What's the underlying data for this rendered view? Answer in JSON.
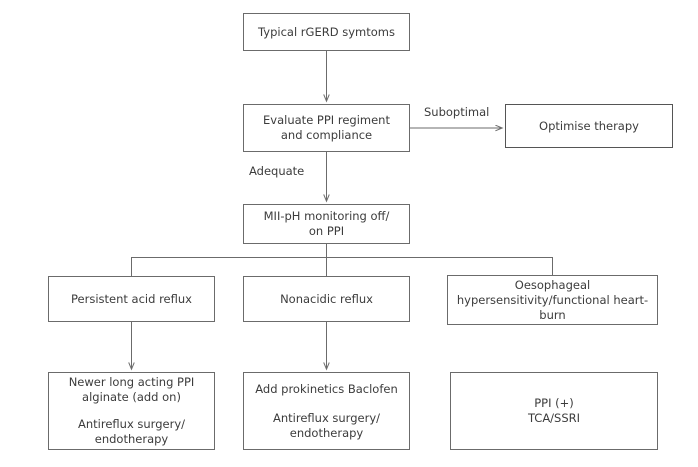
{
  "diagram": {
    "title": "rGERD management algorithm flowchart",
    "colors": {
      "box_border": "#6b6b6b",
      "line": "#6b6b6b",
      "text": "#3c3c3c",
      "background": "#ffffff"
    },
    "nodes": [
      {
        "id": "typical-symptoms",
        "lines": [
          "Typical rGERD symtoms"
        ]
      },
      {
        "id": "evaluate-ppi",
        "lines": [
          "Evaluate PPI regiment",
          "and compliance"
        ]
      },
      {
        "id": "optimise-therapy",
        "lines": [
          "Optimise therapy"
        ]
      },
      {
        "id": "mii-ph-monitoring",
        "lines": [
          "MII-pH monitoring off/",
          "on PPI"
        ]
      },
      {
        "id": "persistent-acid-reflux",
        "lines": [
          "Persistent acid reflux"
        ]
      },
      {
        "id": "nonacidic-reflux",
        "lines": [
          "Nonacidic reflux"
        ]
      },
      {
        "id": "oesophageal-hypersensitivity",
        "lines": [
          "Oesophageal",
          "hypersensitivity/functional heart-",
          "burn"
        ]
      },
      {
        "id": "newer-long-acting-ppi",
        "lines": [
          "Newer long acting PPI",
          "alginate (add on)",
          "",
          "Antireflux surgery/",
          "endotherapy"
        ]
      },
      {
        "id": "add-prokinetics",
        "lines": [
          "Add prokinetics Baclofen",
          "",
          "Antireflux surgery/",
          "endotherapy"
        ]
      },
      {
        "id": "ppi-tca-ssri",
        "lines": [
          "PPI (+)",
          "TCA/SSRI"
        ]
      }
    ],
    "edge_labels": {
      "suboptimal": "Suboptimal",
      "adequate": "Adequate"
    }
  }
}
